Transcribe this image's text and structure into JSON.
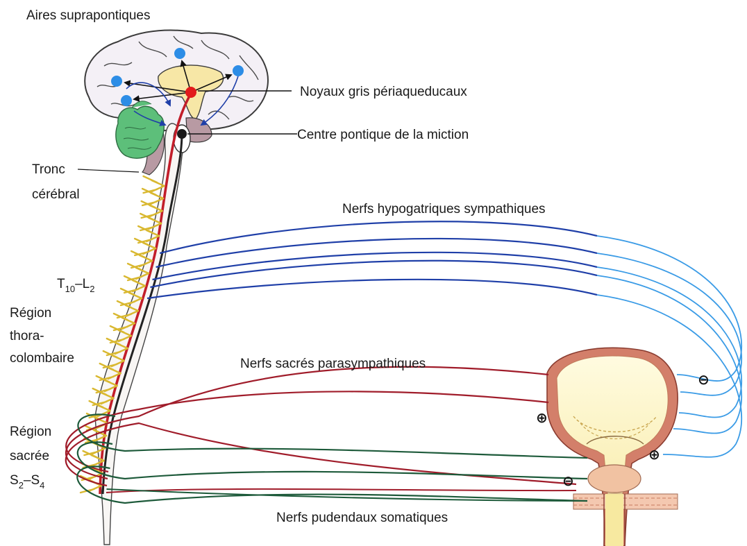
{
  "labels": {
    "aires": "Aires suprapontiques",
    "noyaux": "Noyaux gris périaqueducaux",
    "centre": "Centre pontique de la miction",
    "tronc_1": "Tronc",
    "tronc_2": "cérébral",
    "hypogastric": "Nerfs hypogatriques sympathiques",
    "t_base1": "T",
    "t_sub1": "10",
    "t_dash": "–L",
    "t_sub2": "2",
    "thoraco_1": "Région",
    "thoraco_2": "thora-",
    "thoraco_3": "colombaire",
    "sacres": "Nerfs sacrés parasympathiques",
    "sacree_1": "Région",
    "sacree_2": "sacrée",
    "s_base": "S",
    "s_sub1": "2",
    "s_dash": "–S",
    "s_sub2": "4",
    "pudendaux": "Nerfs pudendaux somatiques"
  },
  "signs": {
    "minus_detrusor": "⊖",
    "plus_detrusor": "⊕",
    "plus_neck": "⊕",
    "minus_sphincter": "⊖"
  },
  "colors": {
    "sympathetic": "#1f3fa8",
    "sympathetic_light": "#3a9be6",
    "parasympathetic": "#a01c2a",
    "somatic": "#1d5a3a",
    "spinal_nerves": "#d9b830",
    "bladder_fill": "#fdf3b8",
    "bladder_wall": "#d37f6a",
    "brain_fill": "#f2eef5",
    "cerebellum": "#5dbf7a",
    "thalamus": "#f7e7a6",
    "cortex_dot": "#2d8de6",
    "pag_dot": "#e21b1b",
    "pmc_dot": "#1a1a1a"
  }
}
